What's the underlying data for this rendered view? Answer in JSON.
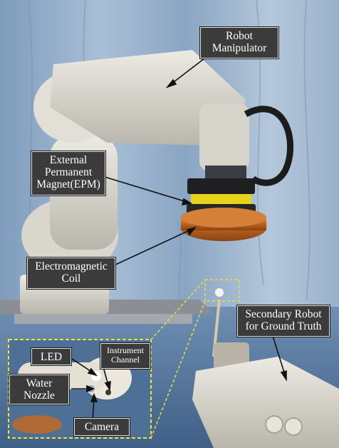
{
  "labels": {
    "robot_manipulator": [
      "Robot",
      "Manipulator"
    ],
    "epm": [
      "External",
      "Permanent",
      "Magnet(EPM)"
    ],
    "coil": [
      "Electromagnetic",
      "Coil"
    ],
    "secondary_robot": [
      "Secondary Robot",
      "for Ground Truth"
    ],
    "led": "LED",
    "instrument_channel": [
      "Instrument",
      "Channel"
    ],
    "water_nozzle": [
      "Water",
      "Nozzle"
    ],
    "camera": "Camera"
  },
  "colors": {
    "label_bg": "#3b3b3b",
    "label_border": "#e6e6e6",
    "callout_dash": "#e8e23a",
    "curtain_blue": "#9bb2cc",
    "coil_copper": "#c9742e"
  }
}
